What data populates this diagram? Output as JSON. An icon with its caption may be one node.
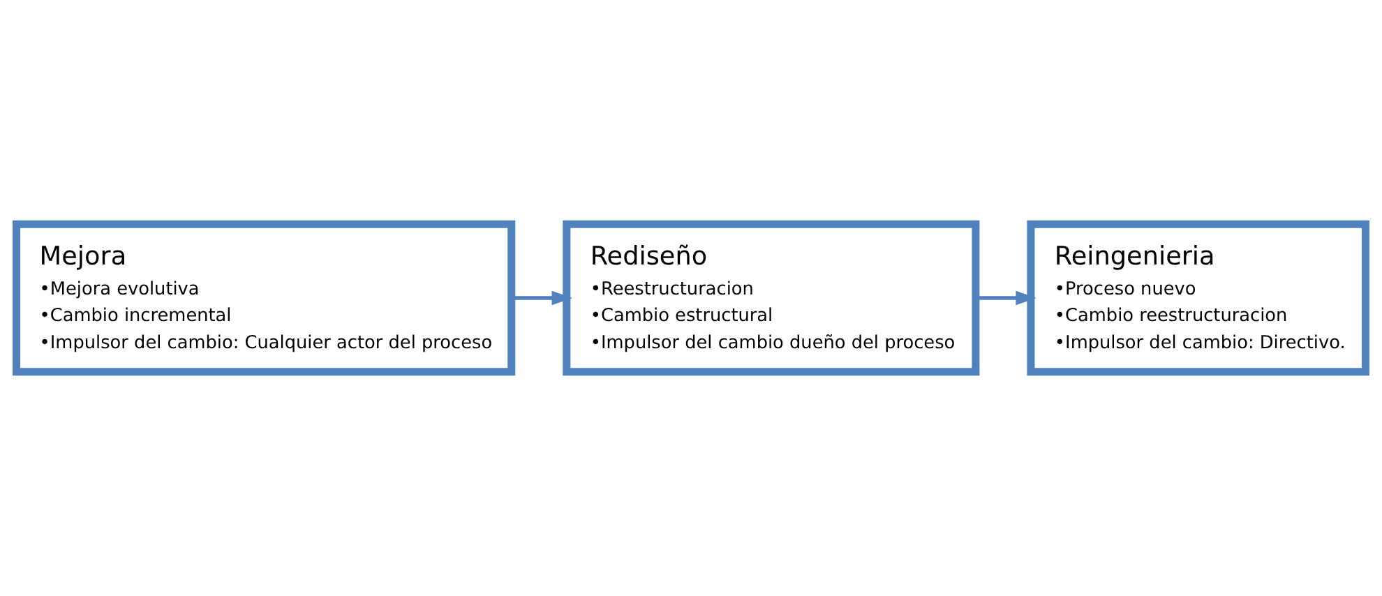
{
  "diagram": {
    "nodes": [
      {
        "text": [
          "Mejora",
          "•Mejora evolutiva",
          "•Cambio incremental",
          "•Impulsor del cambio: Cualquier actor del proceso"
        ]
      },
      {
        "text": [
          "Rediseño",
          "•Reestructuracion",
          "•Cambio estructural",
          "•Impulsor del cambio dueño del proceso"
        ]
      },
      {
        "text": [
          "Reingenieria",
          "•Proceso nuevo",
          "•Cambio reestructuracion",
          "•Impulsor del cambio: Directivo."
        ]
      }
    ],
    "edges": [
      {
        "from": 0,
        "to": 1,
        "arrow": "to"
      },
      {
        "from": 1,
        "to": 2,
        "arrow": "to"
      }
    ]
  }
}
